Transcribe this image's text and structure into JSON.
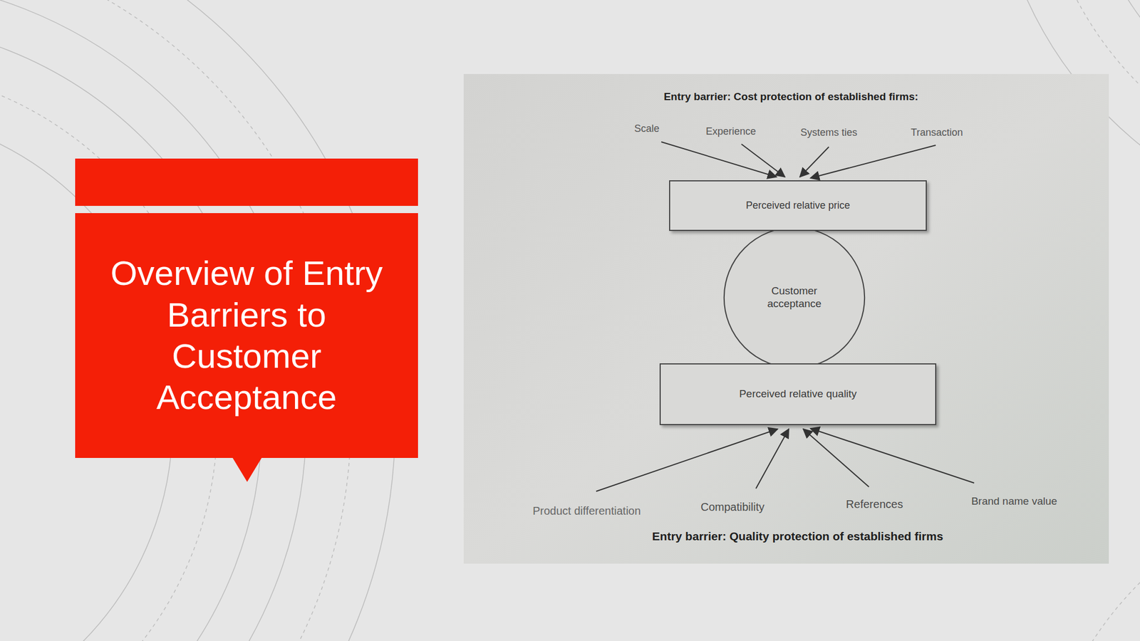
{
  "diagram": {
    "title": "Overview of Entry Barriers to Customer Acceptance",
    "nodes": [
      {
        "text": [
          "Perceived relative price"
        ]
      },
      {
        "text": [
          "Customer acceptance"
        ]
      },
      {
        "text": [
          "Perceived relative quality"
        ]
      }
    ],
    "labels": [
      "Entry barrier: Cost protection of established firms:",
      "Scale",
      "Experience",
      "Systems ties",
      "Transaction",
      "Product differentiation",
      "Compatibility",
      "References",
      "Brand name value",
      "Entry barrier: Quality protection of established firms"
    ]
  }
}
